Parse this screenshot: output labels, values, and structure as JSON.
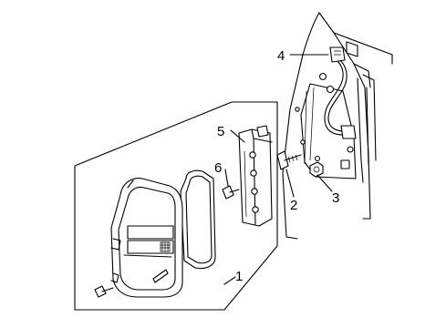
{
  "callouts": [
    {
      "id": "1",
      "label": "1"
    },
    {
      "id": "2",
      "label": "2"
    },
    {
      "id": "3",
      "label": "3"
    },
    {
      "id": "4",
      "label": "4"
    },
    {
      "id": "5",
      "label": "5"
    },
    {
      "id": "6",
      "label": "6"
    }
  ],
  "parts": {
    "1": "tail-lamp-assembly",
    "2": "screw",
    "3": "nut",
    "4": "wiring-harness",
    "5": "bulb-socket-plate",
    "6": "screw"
  }
}
